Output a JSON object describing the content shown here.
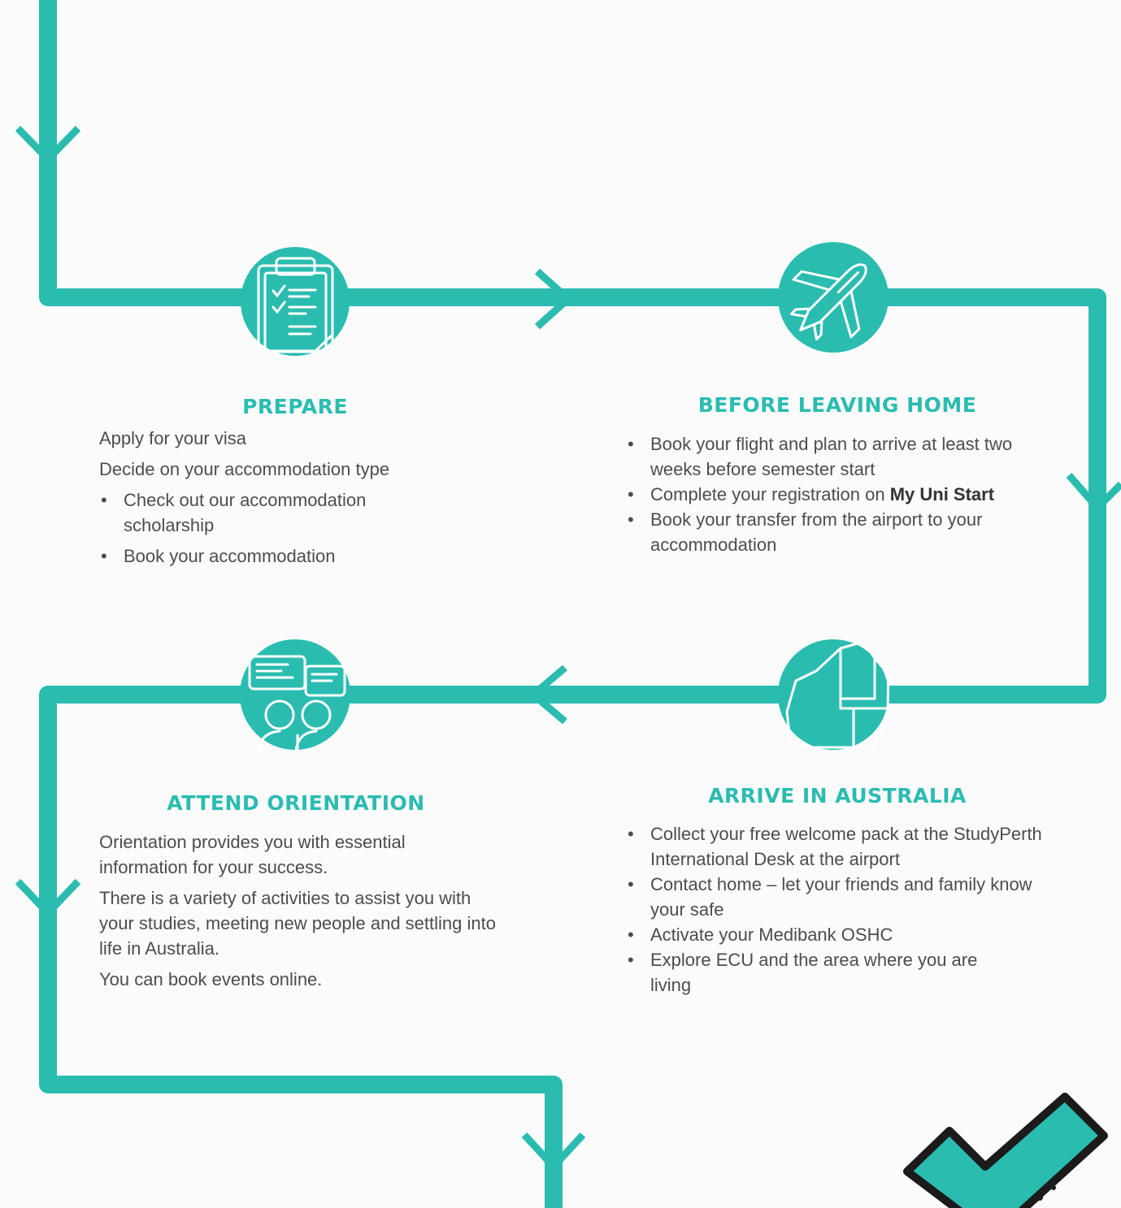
{
  "colors": {
    "accent": "#2bbcb0",
    "text": "#4d4d4d",
    "dark": "#1b1b1b",
    "white": "#ffffff"
  },
  "steps": {
    "prepare": {
      "icon": "clipboard-checklist-icon",
      "title": "PREPARE",
      "lines": [
        "Apply for your visa",
        "Decide on your accommodation type"
      ],
      "bullets": [
        "Check out our accommodation scholarship",
        "Book your accommodation"
      ]
    },
    "before_leaving": {
      "icon": "airplane-icon",
      "title": "BEFORE LEAVING HOME",
      "bullets": [
        {
          "text": "Book your flight and plan to arrive at least two weeks before semester start"
        },
        {
          "text": "Complete your registration on ",
          "bold": "My Uni Start"
        },
        {
          "text": "Book your transfer from the airport to your accommodation"
        }
      ]
    },
    "orientation": {
      "icon": "people-conversation-icon",
      "title": "ATTEND ORIENTATION",
      "paragraphs": [
        "Orientation provides you with essential information for your success.",
        "There is a variety of activities to assist you with your studies, meeting new people and settling into life in Australia.",
        "You can book events online."
      ]
    },
    "arrive": {
      "icon": "australia-map-icon",
      "title": "ARRIVE IN AUSTRALIA",
      "bullets": [
        "Collect your free welcome pack at the StudyPerth International Desk at the airport",
        "Contact home – let your friends and family know your safe",
        "Activate your Medibank OSHC",
        "Explore ECU and the area where you are living"
      ]
    }
  },
  "final_icon": "checkmark-icon"
}
